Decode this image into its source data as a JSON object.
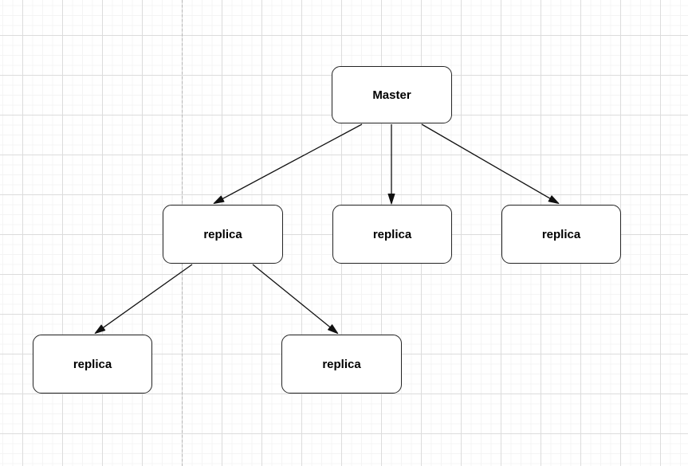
{
  "canvas": {
    "background_color": "#ffffff",
    "grid_minor_color": "#f4f4f4",
    "grid_major_color": "#dcdcdc",
    "page_boundary_color": "#b5b5b5",
    "node_fill_color": "#ffffff",
    "node_border_color": "#242424",
    "edge_color": "#111111"
  },
  "diagram": {
    "nodes": [
      {
        "id": "master",
        "label": "Master"
      },
      {
        "id": "replica-left",
        "label": "replica"
      },
      {
        "id": "replica-middle",
        "label": "replica"
      },
      {
        "id": "replica-right",
        "label": "replica"
      },
      {
        "id": "replica-child-left",
        "label": "replica"
      },
      {
        "id": "replica-child-right",
        "label": "replica"
      }
    ],
    "edges": [
      {
        "from": "master",
        "to": "replica-left"
      },
      {
        "from": "master",
        "to": "replica-middle"
      },
      {
        "from": "master",
        "to": "replica-right"
      },
      {
        "from": "replica-left",
        "to": "replica-child-left"
      },
      {
        "from": "replica-left",
        "to": "replica-child-right"
      }
    ]
  }
}
